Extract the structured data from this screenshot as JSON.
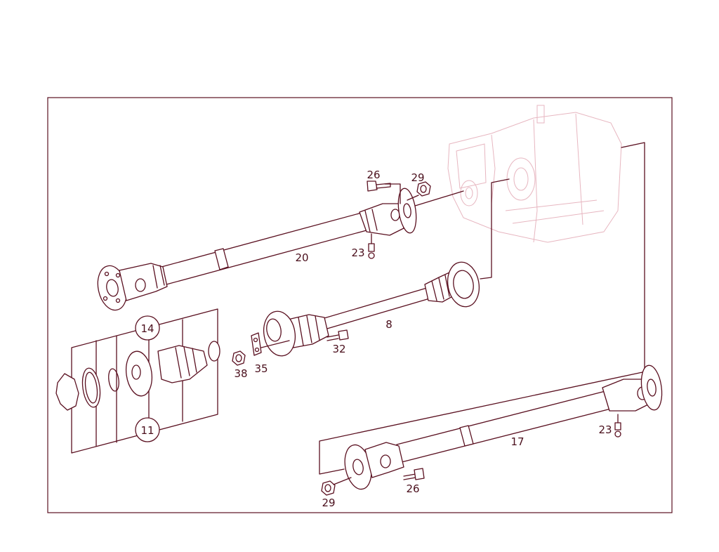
{
  "colors": {
    "line": "#5a1020",
    "label": "#4a0f1c",
    "ghost": "#e7b6c0",
    "background": "#ffffff"
  },
  "labels": {
    "p26_top": "26",
    "p29_top": "29",
    "p23_top": "23",
    "p20": "20",
    "p8": "8",
    "p32": "32",
    "p14": "14",
    "p11": "11",
    "p38": "38",
    "p35": "35",
    "p17": "17",
    "p23_bottom": "23",
    "p29_bottom": "29",
    "p26_bottom": "26"
  }
}
